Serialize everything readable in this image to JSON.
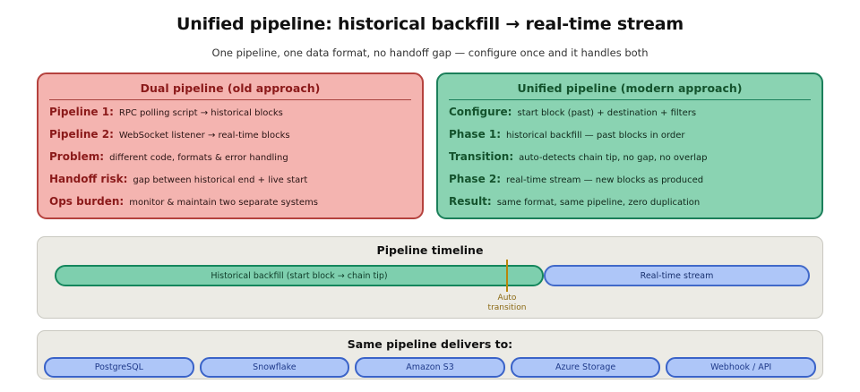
{
  "header": {
    "title": "Unified pipeline: historical backfill → real-time stream",
    "subtitle": "One pipeline, one data format, no handoff gap — configure once and it handles both"
  },
  "panels": {
    "old": {
      "title": "Dual pipeline (old approach)",
      "accent": "#b5423e",
      "fill": "#f4b4b0",
      "label_color": "#8b1a1a",
      "rows": [
        {
          "label": "Pipeline 1:",
          "value": "RPC polling script → historical blocks"
        },
        {
          "label": "Pipeline 2:",
          "value": "WebSocket listener → real-time blocks"
        },
        {
          "label": "Problem:",
          "value": "different code, formats & error handling"
        },
        {
          "label": "Handoff risk:",
          "value": "gap between historical end + live start"
        },
        {
          "label": "Ops burden:",
          "value": "monitor & maintain two separate systems"
        }
      ]
    },
    "new": {
      "title": "Unified pipeline (modern approach)",
      "accent": "#1b7f5a",
      "fill": "#8ad3b2",
      "label_color": "#14532d",
      "rows": [
        {
          "label": "Configure:",
          "value": "start block (past) + destination + filters"
        },
        {
          "label": "Phase 1:",
          "value": "historical backfill — past blocks in order"
        },
        {
          "label": "Transition:",
          "value": "auto-detects chain tip, no gap, no overlap"
        },
        {
          "label": "Phase 2:",
          "value": "real-time stream — new blocks as produced"
        },
        {
          "label": "Result:",
          "value": "same format, same pipeline, zero duplication"
        }
      ]
    }
  },
  "timeline": {
    "title": "Pipeline timeline",
    "historical_label": "Historical backfill (start block → chain tip)",
    "realtime_label": "Real-time stream",
    "marker_line1": "Auto",
    "marker_line2": "transition",
    "marker_color": "#b8860b",
    "historical_fill": "#7ecfae",
    "historical_border": "#14865c",
    "realtime_fill": "#aec6f8",
    "realtime_border": "#4169c9"
  },
  "destinations": {
    "title": "Same pipeline delivers to:",
    "pill_fill": "#aec6f8",
    "pill_border": "#3a63c8",
    "items": [
      {
        "label": "PostgreSQL"
      },
      {
        "label": "Snowflake"
      },
      {
        "label": "Amazon S3"
      },
      {
        "label": "Azure Storage"
      },
      {
        "label": "Webhook / API"
      }
    ]
  }
}
